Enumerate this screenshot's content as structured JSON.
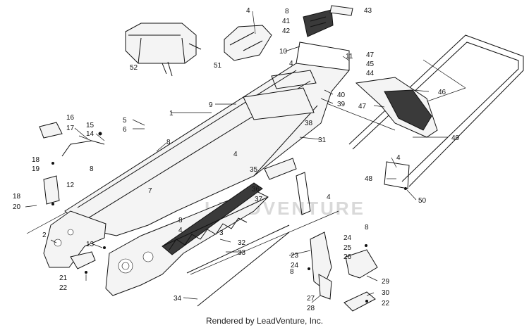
{
  "watermark": "LEADVENTURE",
  "footer": "Rendered by LeadVenture, Inc.",
  "callouts": [
    "1",
    "2",
    "3",
    "4",
    "5",
    "6",
    "7",
    "8",
    "9",
    "10",
    "11",
    "12",
    "13",
    "14",
    "15",
    "16",
    "17",
    "18",
    "19",
    "20",
    "21",
    "22",
    "23",
    "24",
    "25",
    "26",
    "27",
    "28",
    "29",
    "30",
    "31",
    "32",
    "33",
    "34",
    "35",
    "36",
    "37",
    "38",
    "39",
    "40",
    "41",
    "42",
    "43",
    "44",
    "45",
    "46",
    "47",
    "48",
    "49",
    "50",
    "51",
    "52"
  ]
}
